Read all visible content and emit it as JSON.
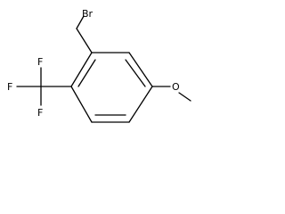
{
  "molecule": {
    "atoms": {
      "bromine": "Br",
      "oxygen": "O",
      "fluorine_top": "F",
      "fluorine_left": "F",
      "fluorine_bottom": "F"
    }
  }
}
